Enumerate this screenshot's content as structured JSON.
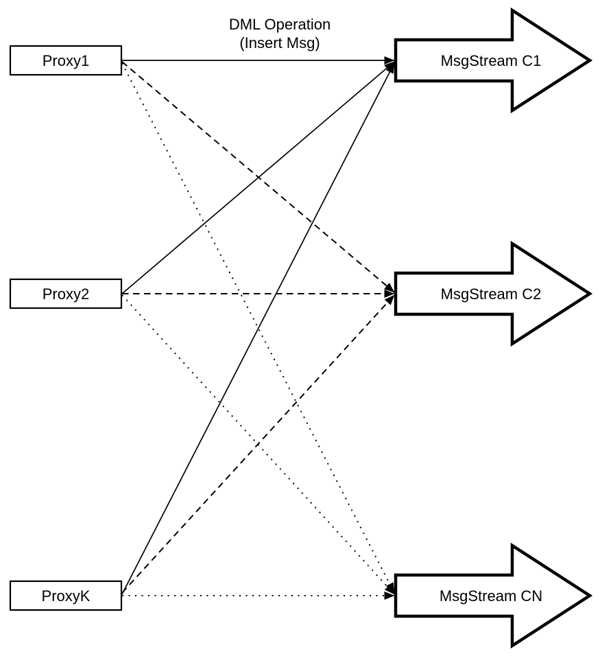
{
  "diagram": {
    "top_label": {
      "line1": "DML Operation",
      "line2": "(Insert Msg)"
    },
    "proxies": [
      {
        "id": "proxy1",
        "label": "Proxy1"
      },
      {
        "id": "proxy2",
        "label": "Proxy2"
      },
      {
        "id": "proxyk",
        "label": "ProxyK"
      }
    ],
    "streams": [
      {
        "id": "msgstream-c1",
        "label": "MsgStream C1"
      },
      {
        "id": "msgstream-c2",
        "label": "MsgStream C2"
      },
      {
        "id": "msgstream-cn",
        "label": "MsgStream CN"
      }
    ],
    "connections": [
      {
        "from": "Proxy1",
        "to": "MsgStream C1",
        "style": "solid"
      },
      {
        "from": "Proxy2",
        "to": "MsgStream C1",
        "style": "solid"
      },
      {
        "from": "ProxyK",
        "to": "MsgStream C1",
        "style": "solid"
      },
      {
        "from": "Proxy1",
        "to": "MsgStream C2",
        "style": "dashed"
      },
      {
        "from": "Proxy2",
        "to": "MsgStream C2",
        "style": "dashed"
      },
      {
        "from": "ProxyK",
        "to": "MsgStream C2",
        "style": "dashed"
      },
      {
        "from": "Proxy1",
        "to": "MsgStream CN",
        "style": "dotted"
      },
      {
        "from": "Proxy2",
        "to": "MsgStream CN",
        "style": "dotted"
      },
      {
        "from": "ProxyK",
        "to": "MsgStream CN",
        "style": "dotted"
      }
    ],
    "colors": {
      "stroke": "#000000",
      "fill": "#ffffff",
      "text": "#000000",
      "background": "#ffffff"
    }
  }
}
